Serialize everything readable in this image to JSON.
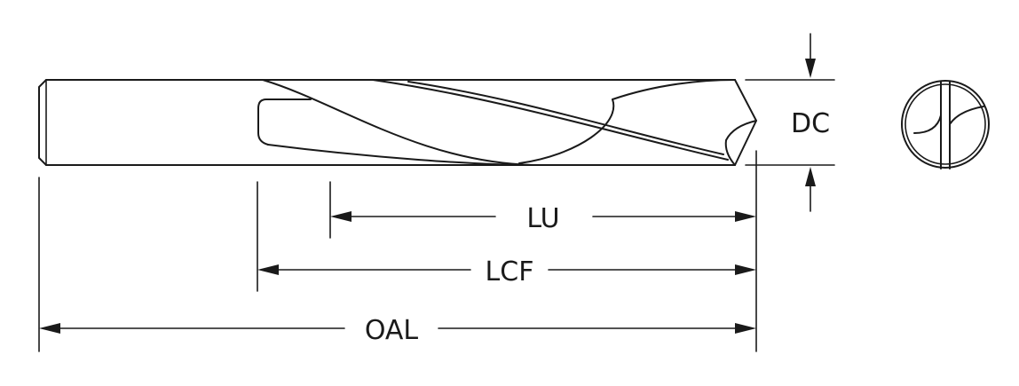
{
  "labels": {
    "dc": "DC",
    "lu": "LU",
    "lcf": "LCF",
    "oal": "OAL"
  },
  "colors": {
    "line": "#1a1a1a",
    "background": "#ffffff"
  }
}
